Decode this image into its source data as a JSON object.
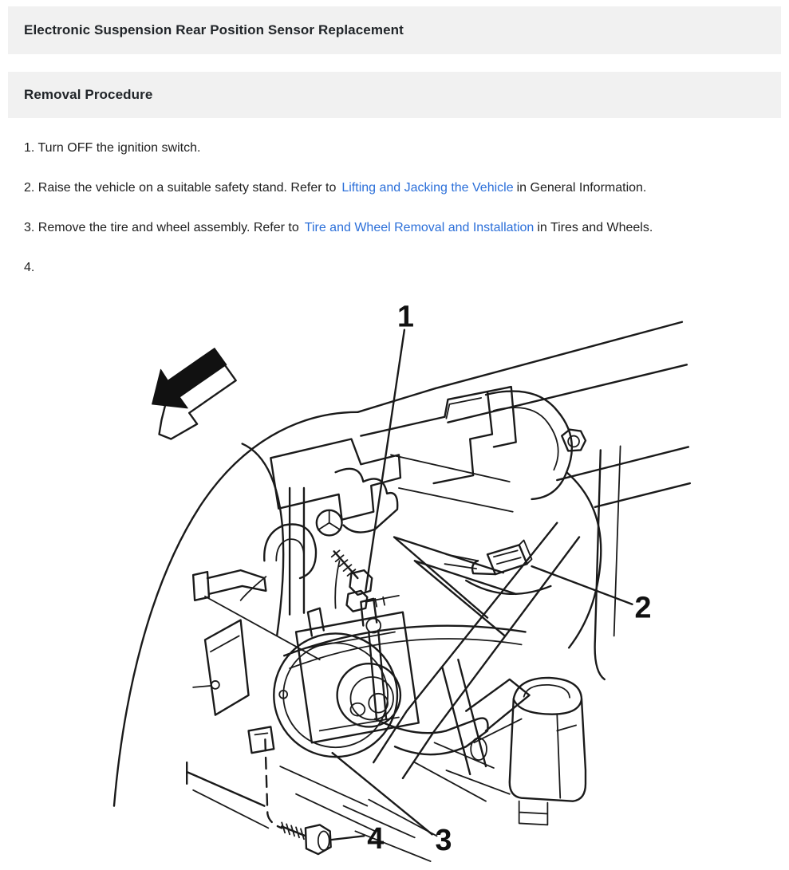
{
  "page": {
    "background": "#ffffff",
    "bar_background": "#f1f1f1",
    "heading_color": "#212529",
    "body_text_color": "#212121",
    "link_color": "#2b6fd9"
  },
  "title_bar": {
    "title": "Electronic Suspension Rear Position Sensor Replacement"
  },
  "section_bar": {
    "title": "Removal Procedure"
  },
  "steps": [
    {
      "text_before": "1. Turn OFF the ignition switch.",
      "link_text": "",
      "text_after": ""
    },
    {
      "text_before": "2. Raise the vehicle on a suitable safety stand. Refer to",
      "link_text": "Lifting and Jacking the Vehicle",
      "text_after": "in General Information."
    },
    {
      "text_before": "3. Remove the tire and wheel assembly. Refer to",
      "link_text": "Tire and Wheel Removal and Installation",
      "text_after": "in Tires and Wheels."
    },
    {
      "text_before": "4.",
      "link_text": "",
      "text_after": ""
    }
  ],
  "figure": {
    "type": "technical-line-drawing",
    "callouts": [
      "1",
      "2",
      "3",
      "4"
    ]
  }
}
